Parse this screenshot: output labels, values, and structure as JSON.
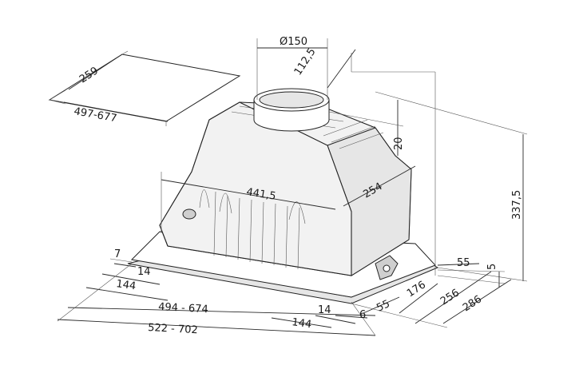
{
  "diagram": {
    "dimensions": {
      "cutout_depth": "259",
      "cutout_width": "497-677",
      "duct_diameter": "Ø150",
      "duct_offset": "112,5",
      "duct_height": "20",
      "body_depth": "254",
      "body_width": "441,5",
      "total_height": "337,5",
      "flange_thickness": "5",
      "side_margin_top": "55",
      "depth_176": "176",
      "depth_256": "256",
      "depth_286": "286",
      "side_55": "55",
      "small_7": "7",
      "small_14_left": "14",
      "left_144": "144",
      "width_adj": "494  -  674",
      "width_total": "522  -  702",
      "small_14_right": "14",
      "right_144": "144",
      "small_6": "6"
    }
  }
}
